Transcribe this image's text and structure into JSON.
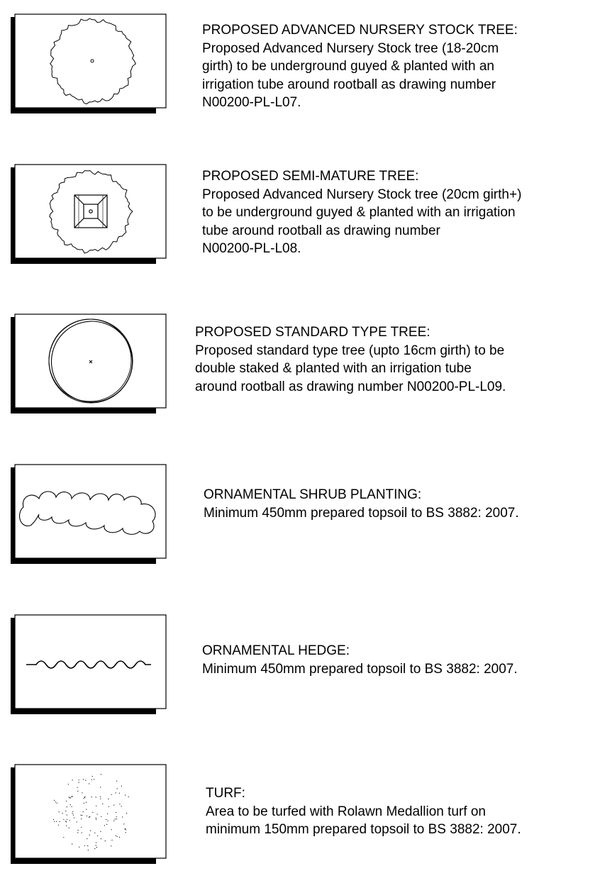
{
  "legend": [
    {
      "symbol": "advanced-nursery-stock-tree-symbol",
      "title": "PROPOSED ADVANCED NURSERY STOCK TREE:",
      "description": "Proposed Advanced Nursery Stock tree (18-20cm\ngirth) to be underground guyed & planted with an\nirrigation tube around rootball as drawing number\nN00200-PL-L07."
    },
    {
      "symbol": "semi-mature-tree-symbol",
      "title": "PROPOSED SEMI-MATURE TREE:",
      "description": "Proposed Advanced Nursery Stock tree (20cm girth+)\nto be underground guyed & planted with an irrigation\ntube around rootball as drawing number\nN00200-PL-L08."
    },
    {
      "symbol": "standard-type-tree-symbol",
      "title": "PROPOSED STANDARD TYPE TREE:",
      "description": "Proposed standard type tree (upto 16cm girth) to be\ndouble staked & planted with an irrigation tube\naround rootball as drawing number N00200-PL-L09."
    },
    {
      "symbol": "shrub-planting-symbol",
      "title": "ORNAMENTAL SHRUB PLANTING:",
      "description": "Minimum 450mm prepared topsoil to BS 3882: 2007."
    },
    {
      "symbol": "hedge-symbol",
      "title": "ORNAMENTAL HEDGE:",
      "description": "Minimum 450mm prepared topsoil to BS 3882: 2007."
    },
    {
      "symbol": "turf-symbol",
      "title": "TURF:",
      "description": "Area to be turfed with Rolawn Medallion turf on\nminimum 150mm prepared topsoil to BS 3882: 2007."
    }
  ]
}
